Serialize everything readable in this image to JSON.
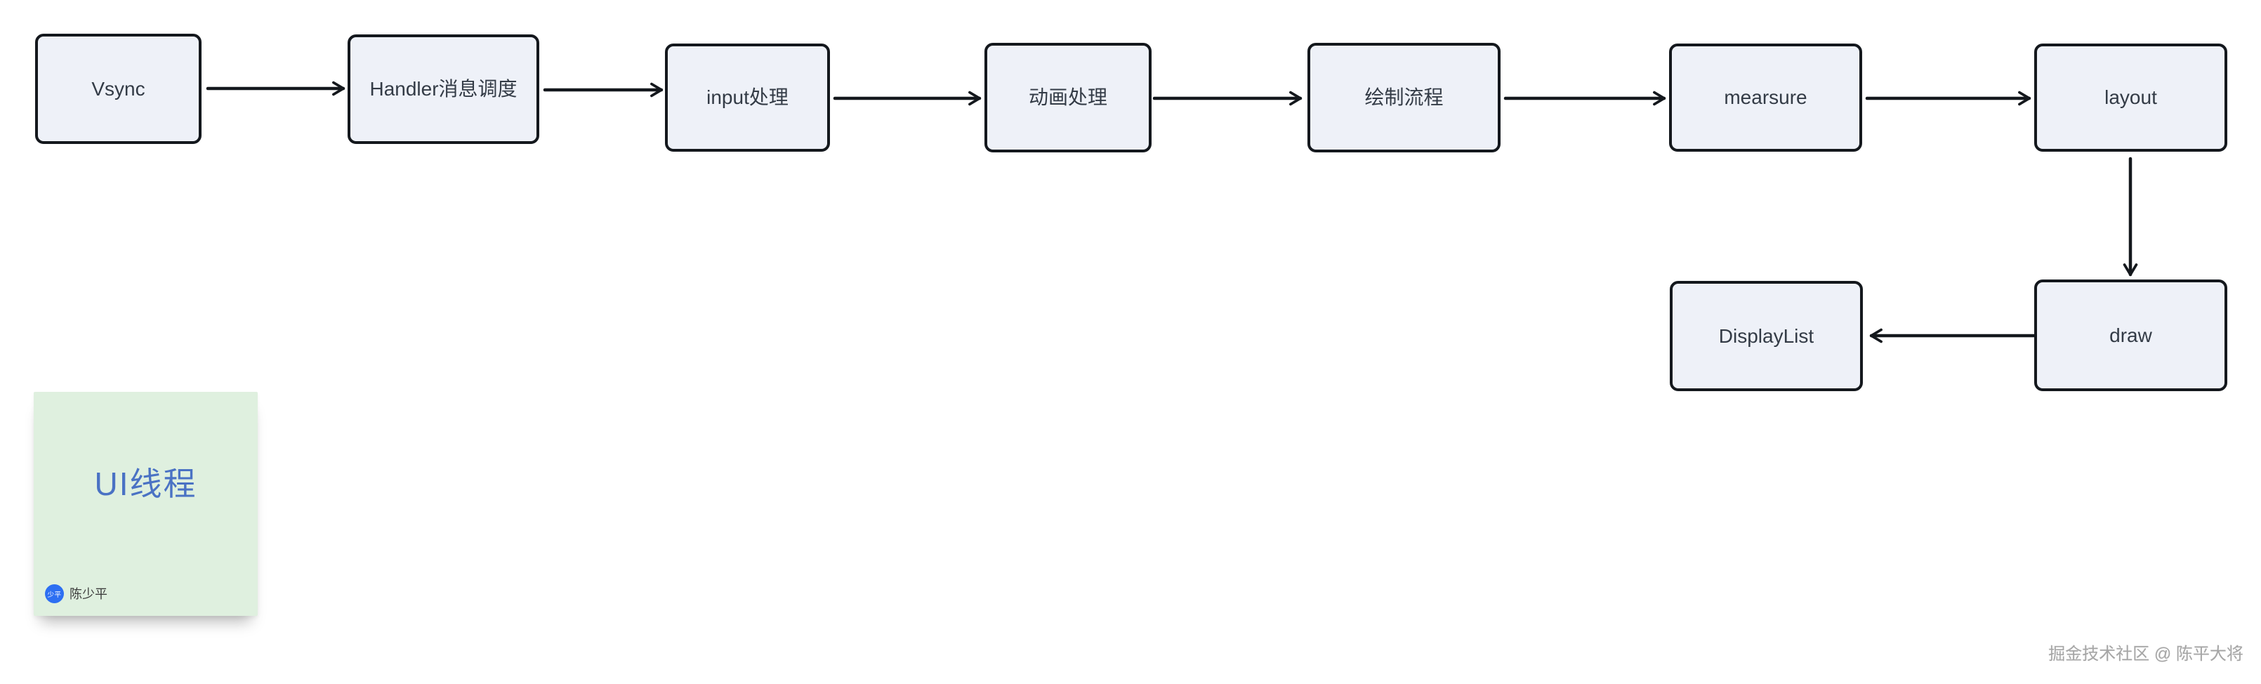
{
  "diagram": {
    "nodes": [
      {
        "id": "vsync",
        "label": "Vsync"
      },
      {
        "id": "handler",
        "label": "Handler消息调度"
      },
      {
        "id": "input",
        "label": "input处理"
      },
      {
        "id": "animation",
        "label": "动画处理"
      },
      {
        "id": "render-flow",
        "label": "绘制流程"
      },
      {
        "id": "mearsure",
        "label": "mearsure"
      },
      {
        "id": "layout",
        "label": "layout"
      },
      {
        "id": "draw",
        "label": "draw"
      },
      {
        "id": "display-list",
        "label": "DisplayList"
      }
    ],
    "edges": [
      {
        "from": "Vsync",
        "to": "Handler消息调度",
        "direction": "right"
      },
      {
        "from": "Handler消息调度",
        "to": "input处理",
        "direction": "right"
      },
      {
        "from": "input处理",
        "to": "动画处理",
        "direction": "right"
      },
      {
        "from": "动画处理",
        "to": "绘制流程",
        "direction": "right"
      },
      {
        "from": "绘制流程",
        "to": "mearsure",
        "direction": "right"
      },
      {
        "from": "mearsure",
        "to": "layout",
        "direction": "right"
      },
      {
        "from": "layout",
        "to": "draw",
        "direction": "down"
      },
      {
        "from": "draw",
        "to": "DisplayList",
        "direction": "left"
      }
    ],
    "node_fill": "#eef1f8",
    "node_border_color": "#14181d",
    "node_text_color": "#333b46",
    "arrow_color": "#14181d"
  },
  "sticky_note": {
    "title": "UI线程",
    "title_color": "#4a72c4",
    "background": "#dff0df",
    "author": {
      "name": "陈少平",
      "avatar_text": "少平",
      "avatar_color": "#2d6ff2"
    }
  },
  "watermark": {
    "text": "掘金技术社区 @ 陈平大将",
    "color": "#a6a6a6"
  }
}
